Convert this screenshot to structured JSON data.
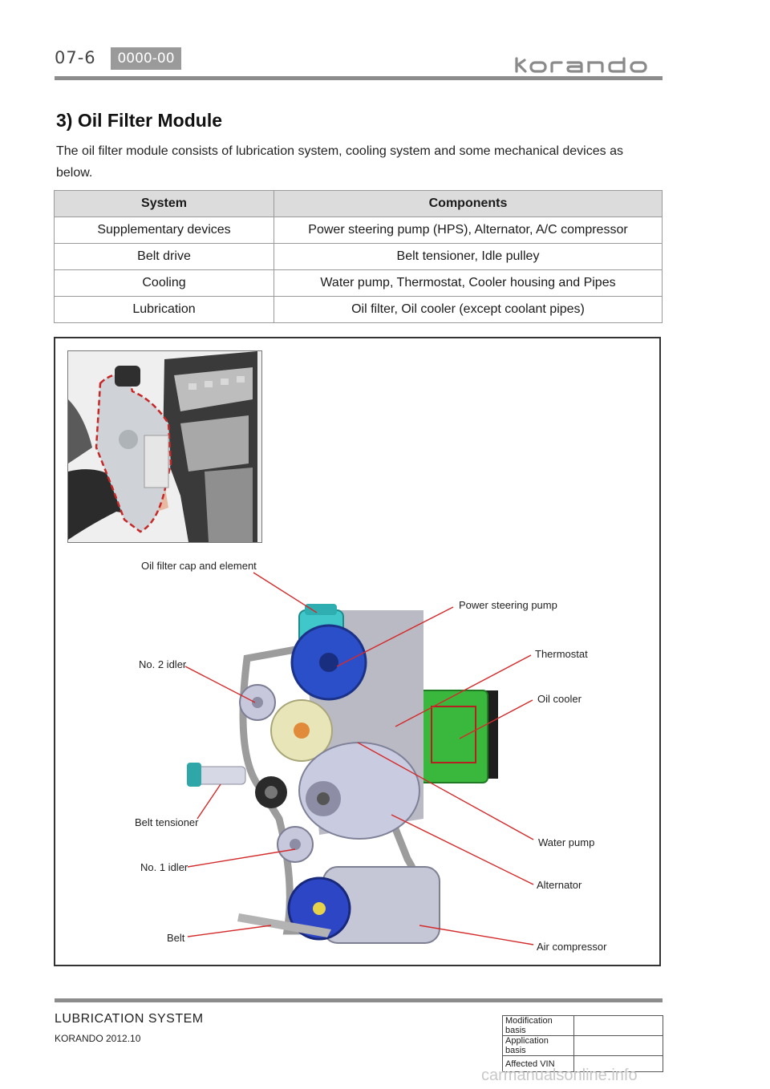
{
  "header": {
    "page_number": "07-6",
    "code_badge": "0000-00",
    "brand": "korando"
  },
  "section": {
    "title": "3) Oil Filter Module",
    "intro": "The oil filter module consists of lubrication system, cooling system and some mechanical devices as below."
  },
  "table": {
    "headers": [
      "System",
      "Components"
    ],
    "rows": [
      [
        "Supplementary devices",
        "Power steering pump (HPS), Alternator, A/C compressor"
      ],
      [
        "Belt drive",
        "Belt tensioner, Idle pulley"
      ],
      [
        "Cooling",
        "Water pump, Thermostat, Cooler housing and Pipes"
      ],
      [
        "Lubrication",
        "Oil filter, Oil cooler (except coolant pipes)"
      ]
    ]
  },
  "figure": {
    "callouts": {
      "oil_filter_cap": "Oil filter cap and element",
      "power_steering_pump": "Power steering pump",
      "thermostat": "Thermostat",
      "oil_cooler": "Oil cooler",
      "no2_idler": "No. 2 idler",
      "belt_tensioner": "Belt tensioner",
      "water_pump": "Water pump",
      "no1_idler": "No. 1 idler",
      "alternator": "Alternator",
      "belt": "Belt",
      "air_compressor": "Air compressor"
    },
    "colors": {
      "callout_line": "#d42a2a",
      "filter_cap": "#3fc7c9",
      "steering_pump": "#2b4fc9",
      "thermostat": "#d8d23a",
      "oil_cooler": "#39b83d",
      "pulley": "#e8e6b8",
      "alternator": "#c9cbe0",
      "compressor_clutch": "#2c46c6",
      "belt": "#aaaaaa"
    }
  },
  "footer": {
    "section": "LUBRICATION SYSTEM",
    "model": "KORANDO 2012.10",
    "basis_rows": [
      [
        "Modification basis",
        ""
      ],
      [
        "Application basis",
        ""
      ],
      [
        "Affected VIN",
        ""
      ]
    ],
    "watermark": "carmanualsonline.info"
  }
}
